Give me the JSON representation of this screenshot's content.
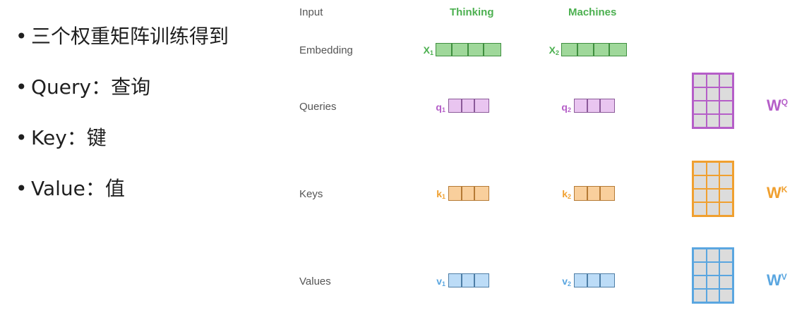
{
  "bullets": [
    "三个权重矩阵训练得到",
    "Query：查询",
    "Key：键",
    "Value：值"
  ],
  "bullet_symbol": "•",
  "diagram": {
    "row_labels": {
      "input": "Input",
      "embedding": "Embedding",
      "queries": "Queries",
      "keys": "Keys",
      "values": "Values"
    },
    "words": [
      "Thinking",
      "Machines"
    ],
    "embeddings": [
      {
        "base": "X",
        "sub": "1"
      },
      {
        "base": "X",
        "sub": "2"
      }
    ],
    "queries": [
      {
        "base": "q",
        "sub": "1"
      },
      {
        "base": "q",
        "sub": "2"
      }
    ],
    "keys": [
      {
        "base": "k",
        "sub": "1"
      },
      {
        "base": "k",
        "sub": "2"
      }
    ],
    "values": [
      {
        "base": "v",
        "sub": "1"
      },
      {
        "base": "v",
        "sub": "2"
      }
    ],
    "weights": [
      {
        "base": "W",
        "sup": "Q"
      },
      {
        "base": "W",
        "sup": "K"
      },
      {
        "base": "W",
        "sup": "V"
      }
    ],
    "colors": {
      "embedding_fill": "#9fd89a",
      "embedding_border": "#3f8f3f",
      "embedding_text": "#4cb050",
      "query_fill": "#e9c5f0",
      "query_border": "#8b5a99",
      "query_text": "#b55ec8",
      "key_fill": "#f9cf9c",
      "key_border": "#b57a35",
      "key_text": "#f0a030",
      "value_fill": "#bcdcf7",
      "value_border": "#4e7ea6",
      "value_text": "#5aa6e0",
      "matrix_fill": "#dcdcdc"
    }
  }
}
